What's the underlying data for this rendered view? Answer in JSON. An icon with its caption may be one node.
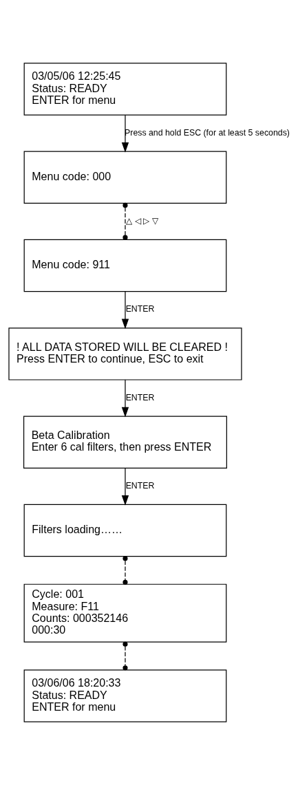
{
  "diagram": {
    "nodes": [
      {
        "text": [
          "03/05/06 12:25:45",
          "Status: READY",
          "ENTER for menu"
        ]
      },
      {
        "text": [
          "Menu code: 000"
        ]
      },
      {
        "text": [
          "Menu code: 911"
        ]
      },
      {
        "text": [
          "! ALL DATA STORED WILL BE CLEARED !",
          "Press ENTER to continue, ESC to exit"
        ]
      },
      {
        "text": [
          "Beta Calibration",
          "Enter 6 cal filters, then press ENTER"
        ]
      },
      {
        "text": [
          "Filters loading……"
        ]
      },
      {
        "text": [
          "Cycle: 001",
          "Measure: F11",
          "Counts: 000352146",
          "000:30"
        ]
      },
      {
        "text": [
          "03/06/06 18:20:33",
          "Status: READY",
          "ENTER for menu"
        ]
      }
    ],
    "edges": [
      {
        "from": 0,
        "to": 1,
        "arrow": "to",
        "label": "Press and hold ESC (for at least 5 seconds)"
      },
      {
        "from": 1,
        "to": 2,
        "arrow": "other",
        "style": "dashed",
        "label": "△ ◁ ▷ ▽"
      },
      {
        "from": 2,
        "to": 3,
        "arrow": "to",
        "label": "ENTER"
      },
      {
        "from": 3,
        "to": 4,
        "arrow": "to",
        "label": "ENTER"
      },
      {
        "from": 4,
        "to": 5,
        "arrow": "to",
        "label": "ENTER"
      },
      {
        "from": 5,
        "to": 6,
        "arrow": "other",
        "style": "dashed"
      },
      {
        "from": 6,
        "to": 7,
        "arrow": "other",
        "style": "dashed"
      }
    ]
  }
}
